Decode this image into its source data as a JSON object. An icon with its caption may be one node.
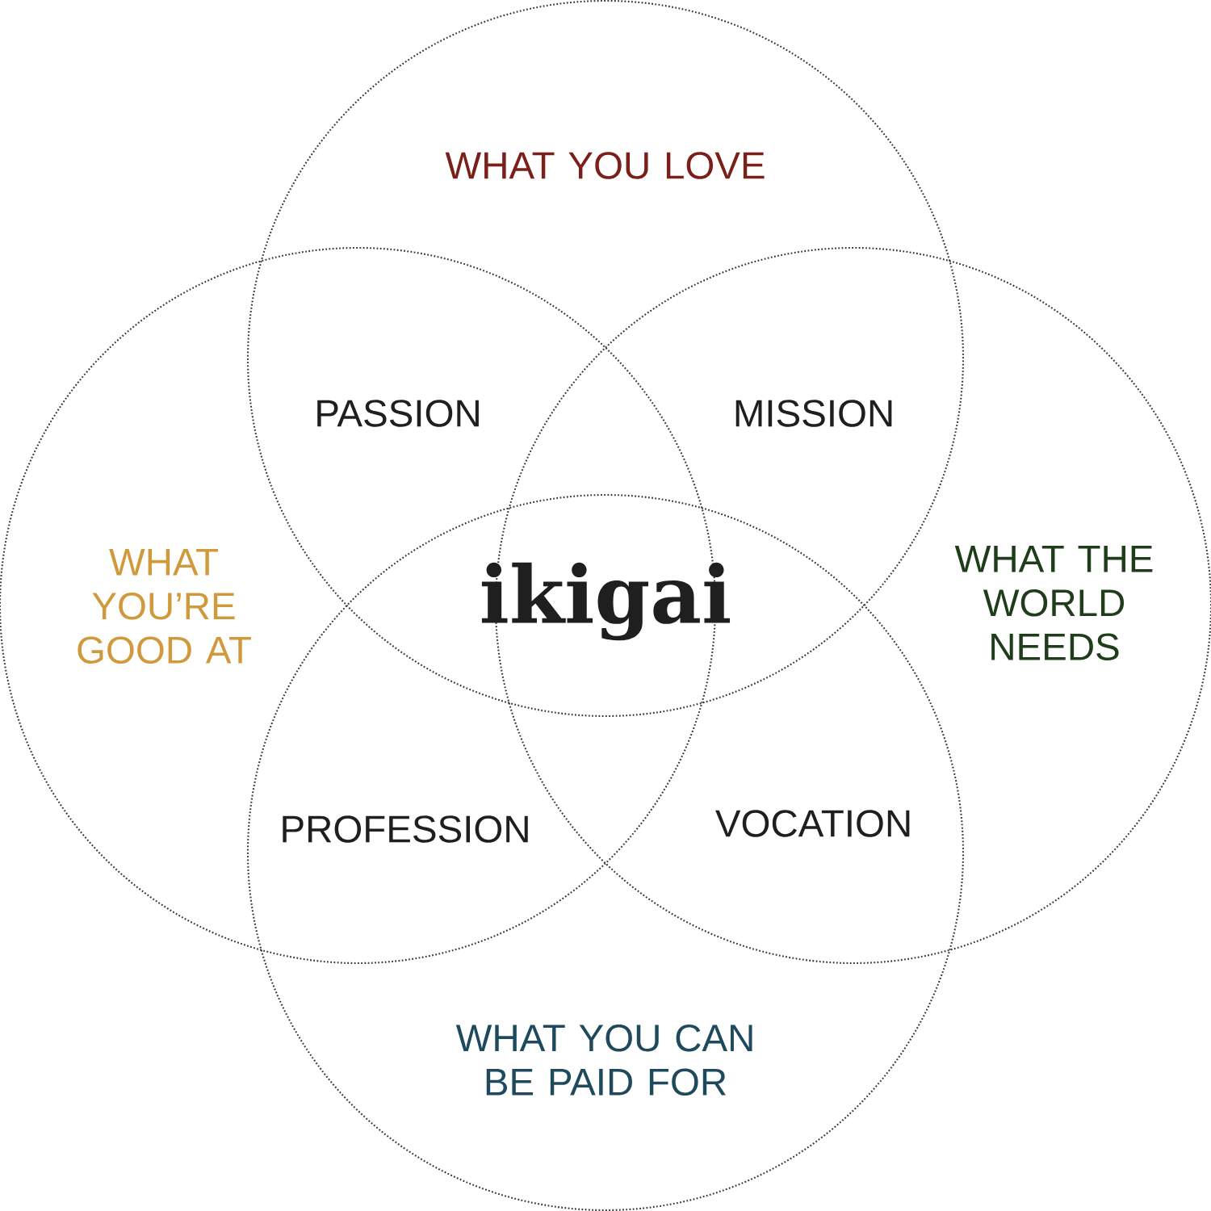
{
  "diagram": {
    "nodes": [
      {
        "text": [
          "WHAT YOU LOVE"
        ]
      },
      {
        "text": [
          "WHAT YOU’RE GOOD AT"
        ]
      },
      {
        "text": [
          "WHAT THE WORLD NEEDS"
        ]
      },
      {
        "text": [
          "WHAT YOU CAN BE PAID FOR"
        ]
      }
    ],
    "labels": [
      "PASSION",
      "MISSION",
      "ikigai",
      "PROFESSION",
      "VOCATION"
    ]
  }
}
